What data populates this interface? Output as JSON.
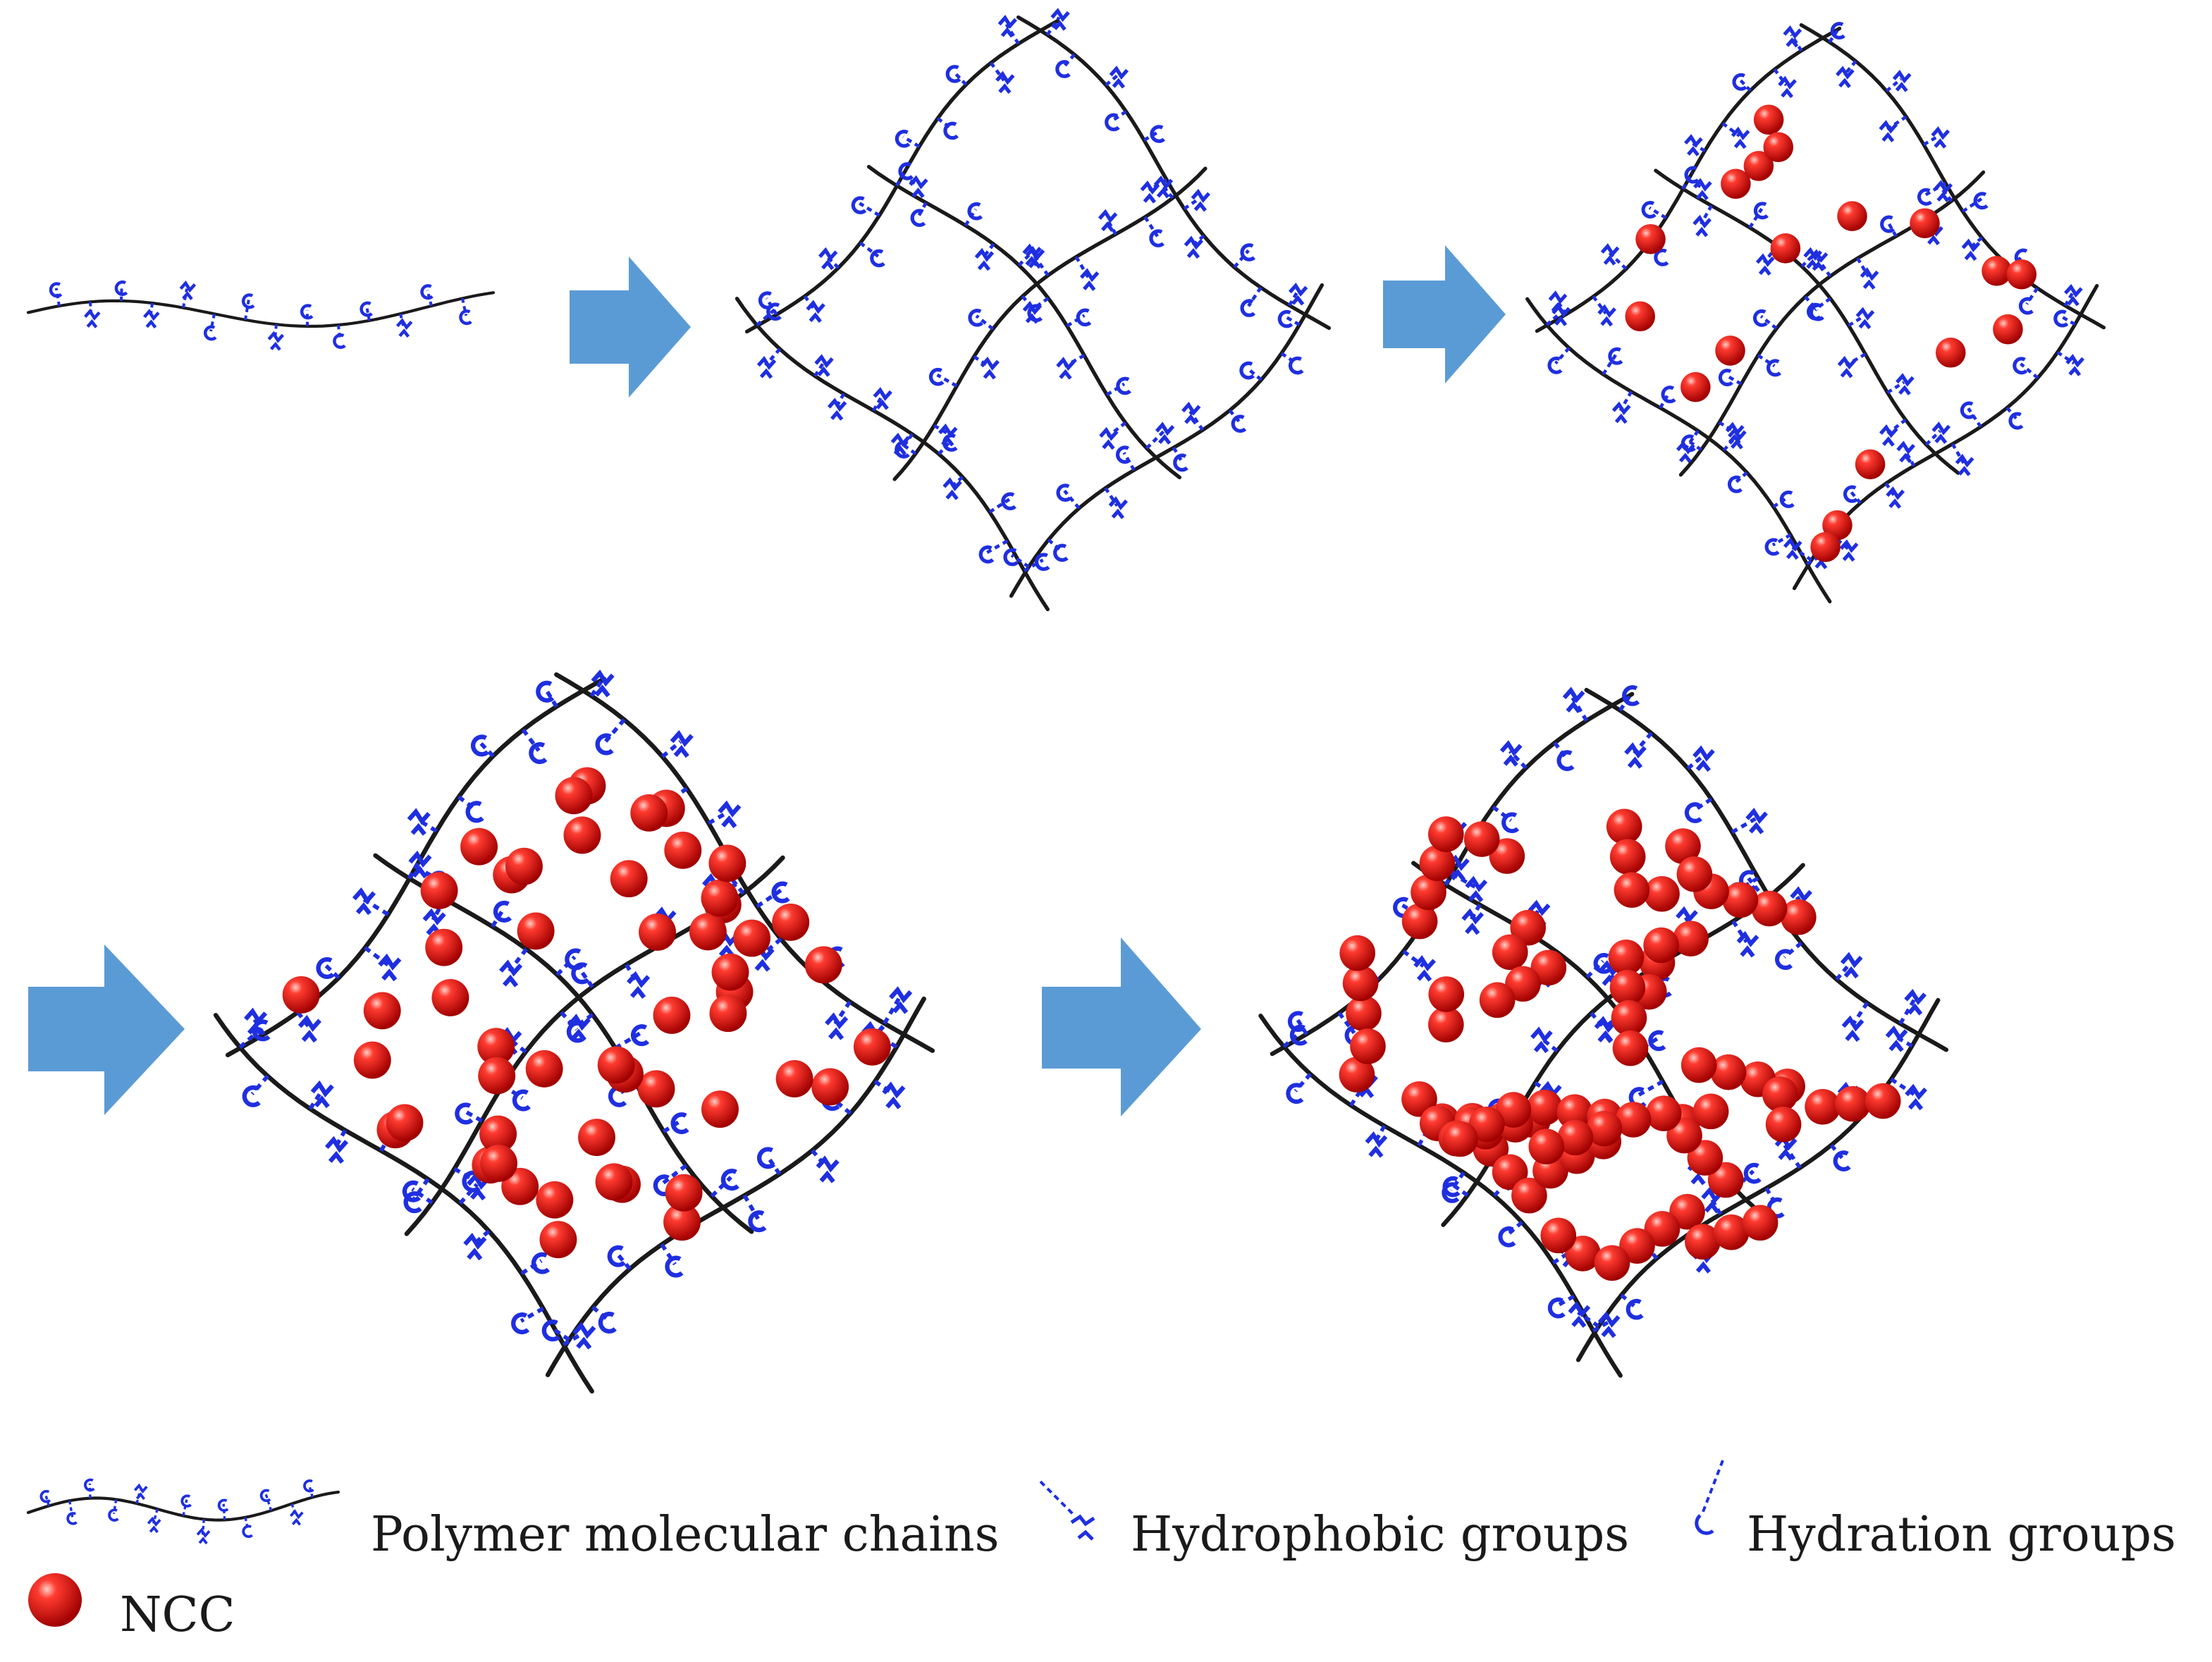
{
  "colors": {
    "chain": "#1a1a1a",
    "group": "#1f2fe0",
    "arrow": "#5b9bd5",
    "ncc": "#e3161a",
    "ncc_highlight": "#ffb0a8"
  },
  "icons": [
    "arrow-right-icon",
    "polymer-chain-icon",
    "hydrophobic-group-icon",
    "hydration-group-icon",
    "ncc-sphere-icon"
  ],
  "stages": [
    {
      "name": "single-chain"
    },
    {
      "name": "network",
      "ncc_level": "none"
    },
    {
      "name": "network",
      "ncc_level": "low"
    },
    {
      "name": "network",
      "ncc_level": "medium"
    },
    {
      "name": "network",
      "ncc_level": "high-aggregated"
    }
  ],
  "legend": {
    "chains": "Polymer molecular chains",
    "hydrophobic": "Hydrophobic groups",
    "hydration": "Hydration groups",
    "ncc": "NCC"
  }
}
